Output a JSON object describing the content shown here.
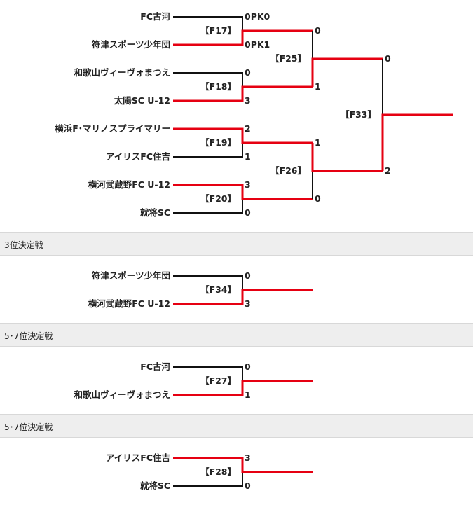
{
  "colors": {
    "winner": "#e60012",
    "loser": "#111111"
  },
  "main": {
    "r1": [
      {
        "match": "【F17】",
        "top": {
          "team": "FC古河",
          "score": "0PK0"
        },
        "bottom": {
          "team": "符津スポーツ少年団",
          "score": "0PK1"
        },
        "winner": "bottom"
      },
      {
        "match": "【F18】",
        "top": {
          "team": "和歌山ヴィーヴォまつえ",
          "score": "0"
        },
        "bottom": {
          "team": "太陽SC U-12",
          "score": "3"
        },
        "winner": "bottom"
      },
      {
        "match": "【F19】",
        "top": {
          "team": "横浜F･マリノスプライマリー",
          "score": "2"
        },
        "bottom": {
          "team": "アイリスFC住吉",
          "score": "1"
        },
        "winner": "top"
      },
      {
        "match": "【F20】",
        "top": {
          "team": "横河武蔵野FC U-12",
          "score": "3"
        },
        "bottom": {
          "team": "就将SC",
          "score": "0"
        },
        "winner": "top"
      }
    ],
    "r2": [
      {
        "match": "【F25】",
        "top_score": "0",
        "bottom_score": "1",
        "winner": "bottom"
      },
      {
        "match": "【F26】",
        "top_score": "1",
        "bottom_score": "0",
        "winner": "top"
      }
    ],
    "final": {
      "match": "【F33】",
      "top_score": "0",
      "bottom_score": "2",
      "winner": "bottom"
    }
  },
  "sections": [
    {
      "title": "3位決定戦",
      "match": "【F34】",
      "top": {
        "team": "符津スポーツ少年団",
        "score": "0"
      },
      "bottom": {
        "team": "横河武蔵野FC U-12",
        "score": "3"
      },
      "winner": "bottom"
    },
    {
      "title": "5･7位決定戦",
      "match": "【F27】",
      "top": {
        "team": "FC古河",
        "score": "0"
      },
      "bottom": {
        "team": "和歌山ヴィーヴォまつえ",
        "score": "1"
      },
      "winner": "bottom"
    },
    {
      "title": "5･7位決定戦",
      "match": "【F28】",
      "top": {
        "team": "アイリスFC住吉",
        "score": "3"
      },
      "bottom": {
        "team": "就将SC",
        "score": "0"
      },
      "winner": "top"
    }
  ]
}
